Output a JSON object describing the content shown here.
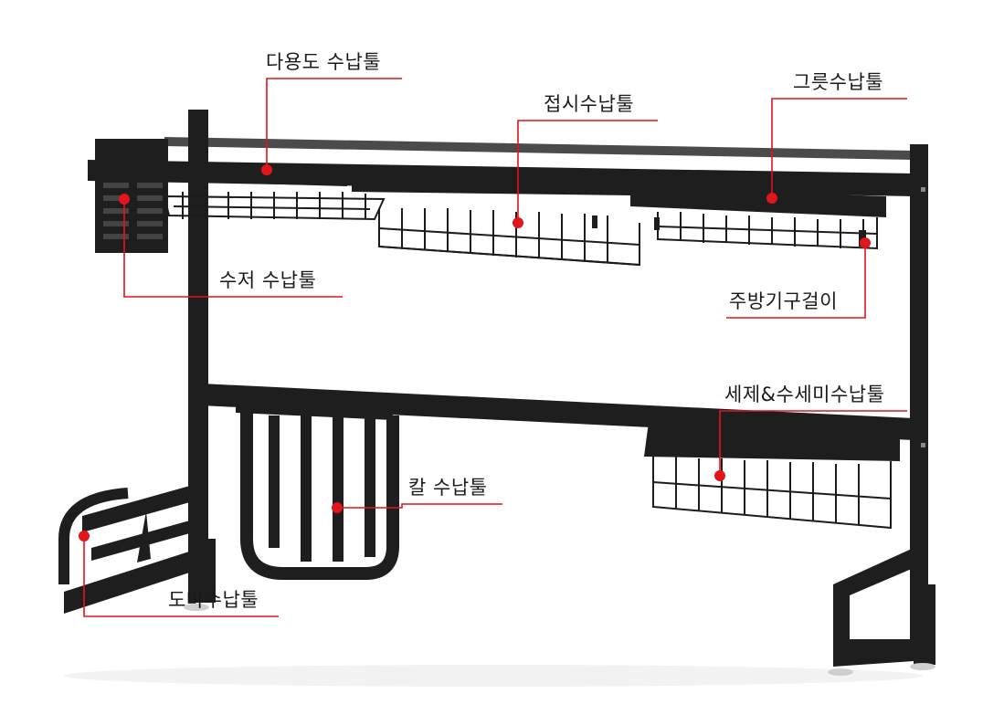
{
  "accent_color": "#e2141c",
  "rack_color": "#1e1e1e",
  "callouts": {
    "multi_purpose": "다용도 수납툴",
    "plate": "접시수납툴",
    "bowl": "그릇수납툴",
    "cutlery": "수저 수납툴",
    "utensil_hook": "주방기구걸이",
    "detergent": "세제&수세미수납툴",
    "knife": "칼 수납툴",
    "cutting_board": "도마수납툴"
  }
}
